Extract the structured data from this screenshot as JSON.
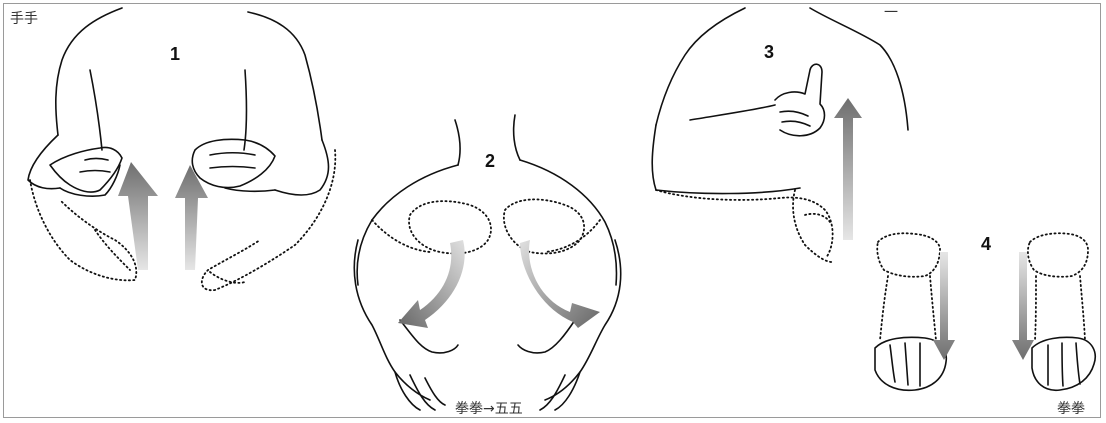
{
  "labels": {
    "top_left": "手手",
    "top_right": "一",
    "bottom_center": "拳拳→五五",
    "bottom_right": "拳拳"
  },
  "steps": [
    "1",
    "2",
    "3",
    "4"
  ],
  "colors": {
    "arrow_dark": "#6e6e6e",
    "arrow_light": "#d9d9d9",
    "line": "#111111",
    "frame": "#9a9a9a"
  }
}
